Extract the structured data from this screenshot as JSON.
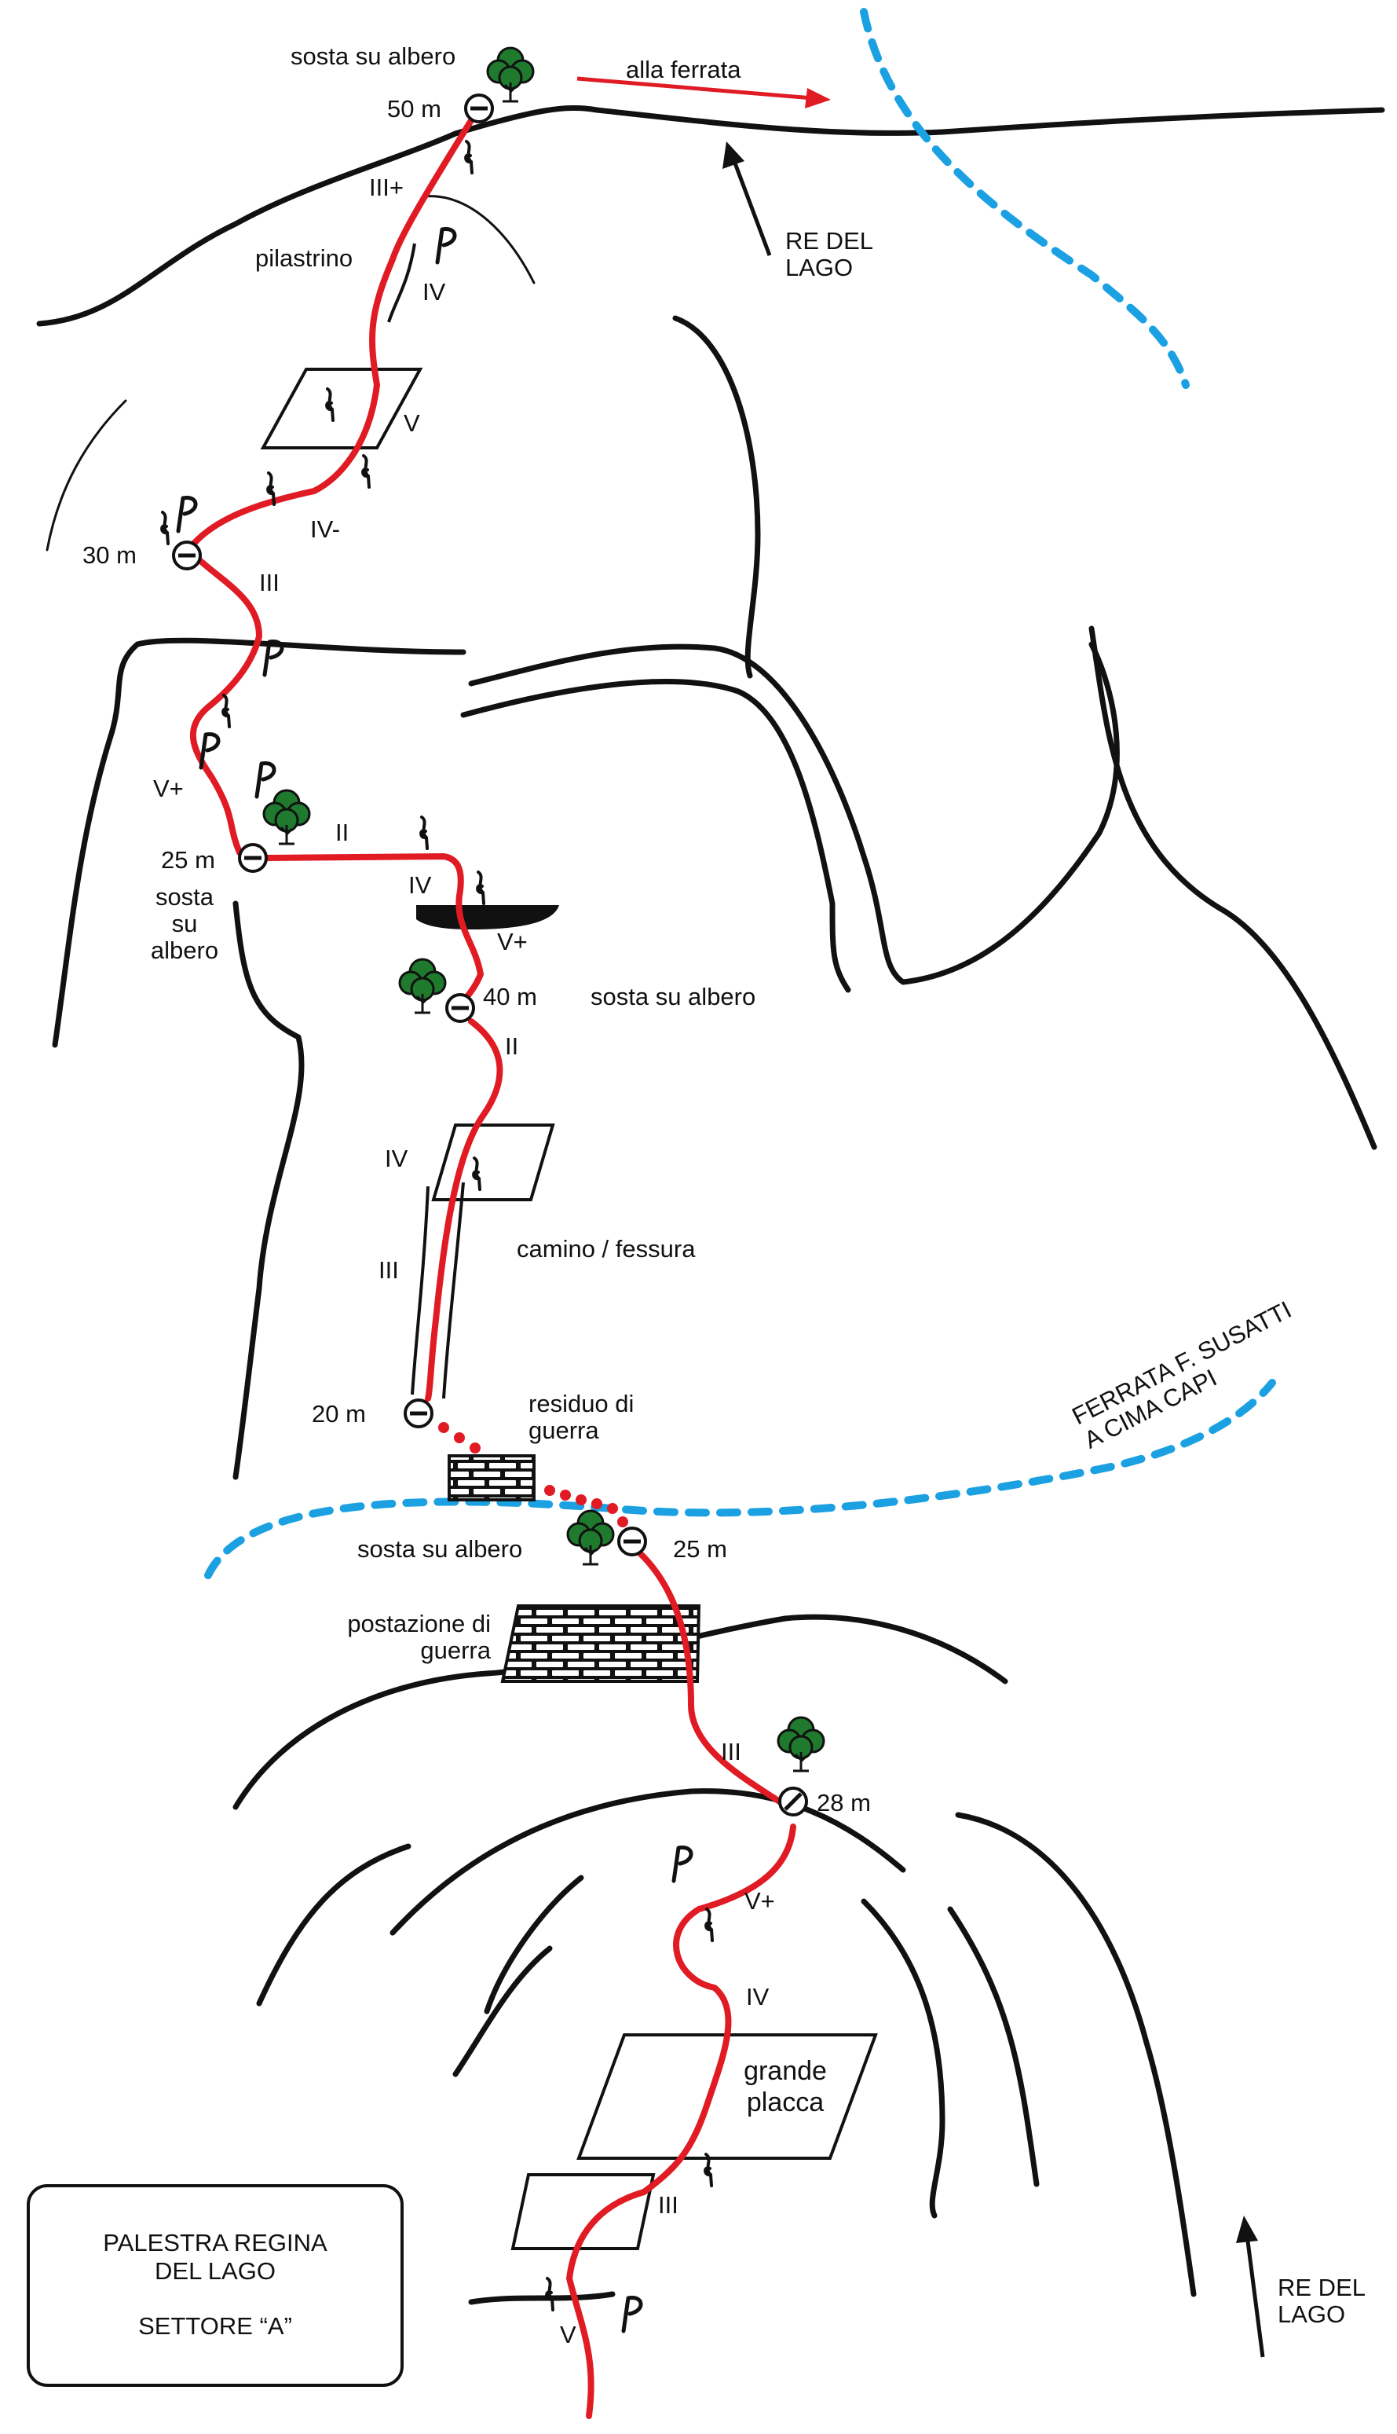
{
  "labels": {
    "sosta_su_albero_top": "sosta su albero",
    "alla_ferrata": "alla ferrata",
    "re_del_lago_top": "RE DEL\nLAGO",
    "re_del_lago_bottom": "RE DEL\nLAGO",
    "ferrata_susatti": "FERRATA F. SUSATTI\nA CIMA CAPI",
    "pilastrino": "pilastrino",
    "sosta_su_albero_25m_left": "sosta\nsu\nalbero",
    "sosta_su_albero_40m": "sosta su albero",
    "camino_fessura": "camino / fessura",
    "residuo_di_guerra": "residuo di\nguerra",
    "sosta_su_albero_lower": "sosta su albero",
    "postazione_di_guerra": "postazione di\nguerra",
    "grande_placca": "grande\nplacca"
  },
  "belays": {
    "b50": "50 m",
    "b30": "30 m",
    "b25_upper": "25 m",
    "b40": "40 m",
    "b20": "20 m",
    "b25_lower": "25 m",
    "b28": "28 m"
  },
  "grades": {
    "g_iii_plus": "III+",
    "g_iv_top": "IV",
    "g_v_top": "V",
    "g_iv_minus": "IV-",
    "g_iii_a": "III",
    "g_v_plus_a": "V+",
    "g_ii_a": "II",
    "g_iv_b": "IV",
    "g_v_plus_b": "V+",
    "g_ii_b": "II",
    "g_iv_c": "IV",
    "g_iii_c": "III",
    "g_iii_d": "III",
    "g_v_plus_c": "V+",
    "g_iv_d": "IV",
    "g_iii_e": "III",
    "g_v_bottom": "V"
  },
  "title": {
    "line1": "PALESTRA REGINA",
    "line2": "DEL LAGO",
    "line3": "SETTORE “A”"
  },
  "colors": {
    "route": "#e01b24",
    "ferrata": "#1ba1e2",
    "rock": "#111111",
    "tree": "#1f7a2e"
  }
}
